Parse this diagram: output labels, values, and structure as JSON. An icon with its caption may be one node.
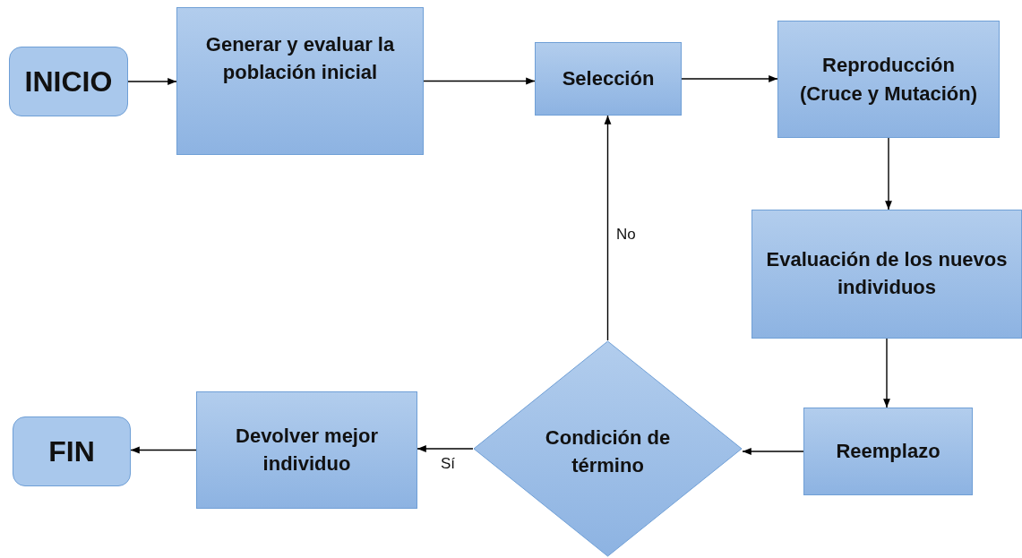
{
  "diagram": {
    "nodes": [
      {
        "text": [
          "INICIO"
        ]
      },
      {
        "text": [
          "Generar y evaluar la población inicial"
        ]
      },
      {
        "text": [
          "Selección"
        ]
      },
      {
        "text": [
          "Reproducción (Cruce y Mutación)"
        ]
      },
      {
        "text": [
          "Evaluación de los nuevos individuos"
        ]
      },
      {
        "text": [
          "Reemplazo"
        ]
      },
      {
        "text": [
          "Condición de término"
        ]
      },
      {
        "text": [
          "Devolver mejor individuo"
        ]
      },
      {
        "text": [
          "FIN"
        ]
      }
    ],
    "edges": [
      {
        "from": 0,
        "to": 1,
        "arrow": "to"
      },
      {
        "from": 1,
        "to": 2,
        "arrow": "to"
      },
      {
        "from": 2,
        "to": 3,
        "arrow": "to"
      },
      {
        "from": 3,
        "to": 4,
        "arrow": "to"
      },
      {
        "from": 4,
        "to": 5,
        "arrow": "to"
      },
      {
        "from": 5,
        "to": 6,
        "arrow": "to"
      },
      {
        "from": 6,
        "to": 2,
        "arrow": "to",
        "label": "No"
      },
      {
        "from": 6,
        "to": 7,
        "arrow": "to",
        "label": "Sí"
      },
      {
        "from": 7,
        "to": 8,
        "arrow": "to"
      }
    ]
  }
}
